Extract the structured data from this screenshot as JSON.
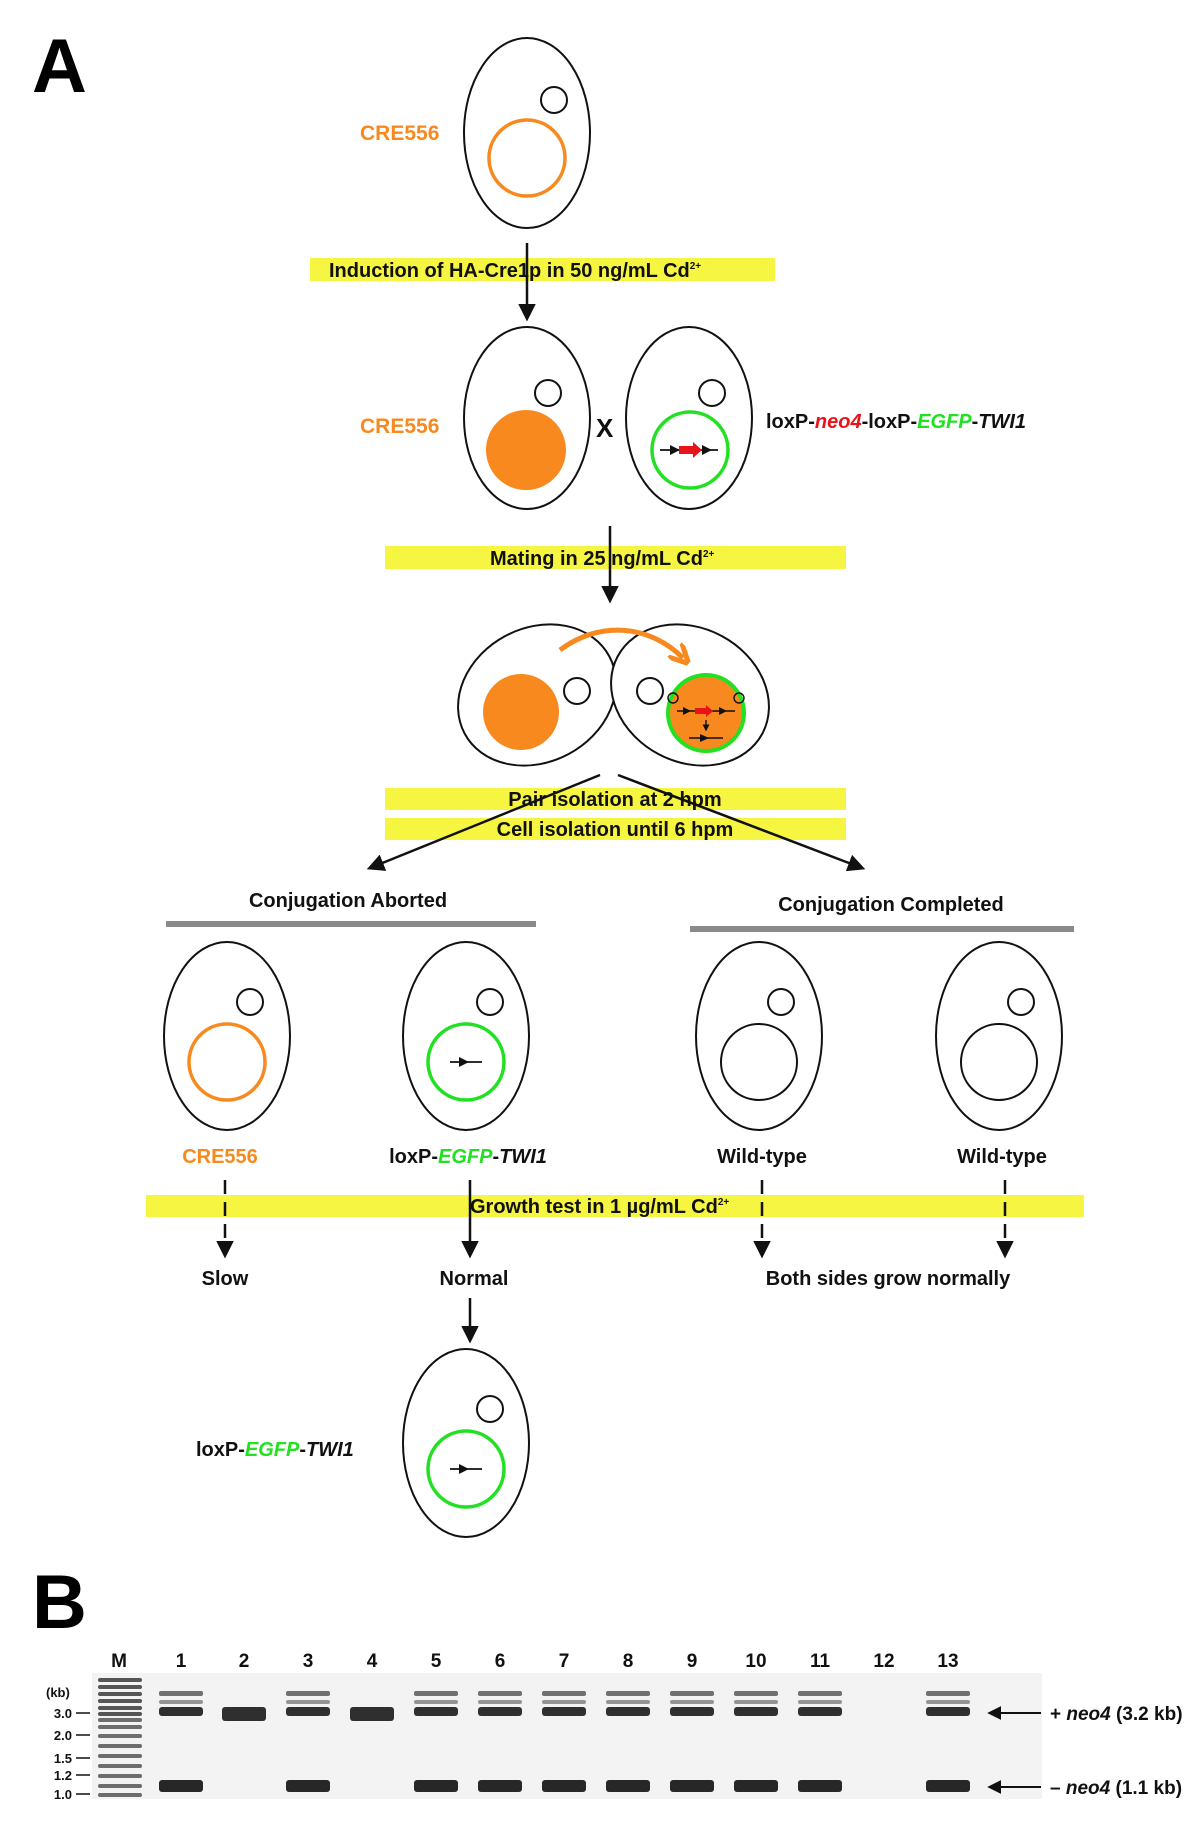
{
  "colors": {
    "orange": "#F7891E",
    "green": "#22E022",
    "red": "#E8131B",
    "yellow": "#F5F542",
    "gray": "#8A8A8A",
    "black": "#111111"
  },
  "panel_a": {
    "label": "A",
    "strain_cre556": "CRE556",
    "steps": {
      "induction": "Induction of HA-Cre1p in 50 ng/mL Cd",
      "induction_sup": "2+",
      "mating": "Mating in 25 ng/mL Cd",
      "mating_sup": "2+",
      "pair_isolation": "Pair isolation at 2 hpm",
      "cell_isolation": "Cell isolation until 6 hpm",
      "growth_test": "Growth test in 1 µg/mL Cd",
      "growth_sup": "2+"
    },
    "cross_symbol": "X",
    "partner_construct": {
      "p1": "loxP-",
      "p2": "neo4",
      "p3": "-loxP-",
      "p4": "EGFP",
      "p5": "-",
      "p6": "TWI1"
    },
    "outcomes": {
      "aborted": "Conjugation Aborted",
      "completed": "Conjugation Completed"
    },
    "progeny": {
      "cre556": "CRE556",
      "loxp_prefix": "loxP-",
      "egfp": "EGFP",
      "dash": "-",
      "twi1": "TWI1",
      "wt1": "Wild-type",
      "wt2": "Wild-type"
    },
    "growth": {
      "slow": "Slow",
      "normal": "Normal",
      "both": "Both sides grow normally"
    },
    "final_construct": {
      "p1": "loxP-",
      "p2": "EGFP",
      "p3": "-",
      "p4": "TWI1"
    }
  },
  "panel_b": {
    "label": "B",
    "marker_lane": "M",
    "lanes": [
      "1",
      "2",
      "3",
      "4",
      "5",
      "6",
      "7",
      "8",
      "9",
      "10",
      "11",
      "12",
      "13"
    ],
    "kb_unit": "(kb)",
    "size_ticks": [
      "3.0",
      "2.0",
      "1.5",
      "1.2",
      "1.0"
    ],
    "band_plus": {
      "sign": "+ ",
      "gene": "neo4",
      "size": " (3.2 kb)"
    },
    "band_minus": {
      "sign": "– ",
      "gene": "neo4",
      "size": " (1.1 kb)"
    },
    "lane_bands": [
      {
        "lane": "1",
        "plus": true,
        "upper": true,
        "minus": true
      },
      {
        "lane": "2",
        "plus": true,
        "upper": false,
        "minus": false
      },
      {
        "lane": "3",
        "plus": true,
        "upper": true,
        "minus": true
      },
      {
        "lane": "4",
        "plus": true,
        "upper": false,
        "minus": false
      },
      {
        "lane": "5",
        "plus": true,
        "upper": true,
        "minus": true
      },
      {
        "lane": "6",
        "plus": true,
        "upper": true,
        "minus": true
      },
      {
        "lane": "7",
        "plus": true,
        "upper": true,
        "minus": true
      },
      {
        "lane": "8",
        "plus": true,
        "upper": true,
        "minus": true
      },
      {
        "lane": "9",
        "plus": true,
        "upper": true,
        "minus": true
      },
      {
        "lane": "10",
        "plus": true,
        "upper": true,
        "minus": true
      },
      {
        "lane": "11",
        "plus": true,
        "upper": true,
        "minus": true
      },
      {
        "lane": "12",
        "plus": false,
        "upper": false,
        "minus": false
      },
      {
        "lane": "13",
        "plus": true,
        "upper": true,
        "minus": true
      }
    ]
  }
}
